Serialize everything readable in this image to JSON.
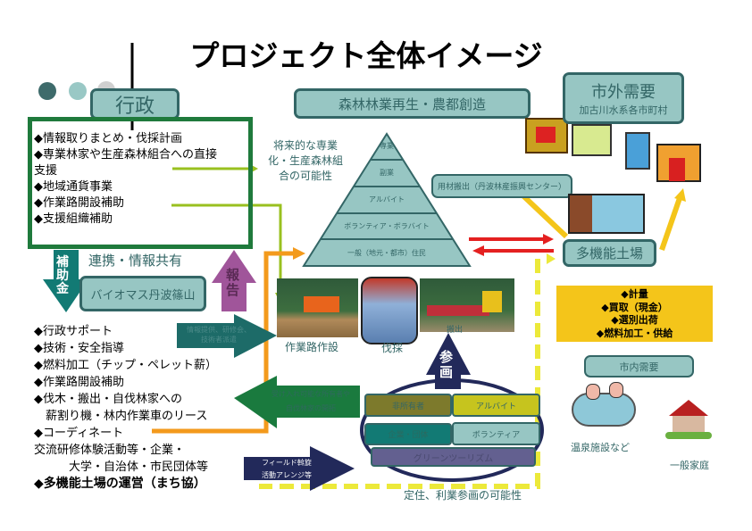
{
  "title": "プロジェクト全体イメージ",
  "gyosei": {
    "label": "行政",
    "items": [
      "◆情報取りまとめ・伐採計画",
      "◆専業林家や生産森林組合への直接",
      "支援",
      "◆地域通貨事業",
      "◆作業路開設補助",
      "◆支援組織補助"
    ]
  },
  "renkei": "連携・情報共有",
  "hojokin": "補助金",
  "houkoku": "報告",
  "biomass": "バイオマス丹波篠山",
  "biomass_items": [
    "◆行政サポート",
    "◆技術・安全指導",
    "◆燃料加工（チップ・ペレット薪）",
    "◆作業路開設補助",
    "◆伐木・搬出・自伐林家への",
    "　薪割り機・林内作業車のリース",
    "◆コーディネート",
    "交流研修体験活動等・企業・",
    "　　　大学・自治体・市民団体等"
  ],
  "biomass_bold": "◆多機能土場の運営（まち協）",
  "arrows": {
    "info": [
      "情報提供、研修会、",
      "技術者派遣"
    ],
    "accept": [
      "受け入れ可能な所有者や",
      "自伐林家の開拓"
    ],
    "field": [
      "フィールド斡旋",
      "活動アレンジ等"
    ],
    "sankaku": "参画"
  },
  "forest": {
    "label": "森林林業再生・農都創造",
    "future": [
      "将来的な専業",
      "化・生産森林組",
      "合の可能性"
    ],
    "pyramid": [
      "専業",
      "副業",
      "アルバイト",
      "ボランティア・ボラバイト",
      "一般（地元・都市）住民"
    ]
  },
  "activities": [
    "作業路作設",
    "伐採",
    "搬出"
  ],
  "participants": {
    "non_owner": "非所有者",
    "part_time": "アルバイト",
    "company": "企業・団体",
    "volunteer": "ボランティア",
    "green_tourism": "グリーンツーリズム",
    "possibility": "定住、利業参画の可能性"
  },
  "yozai": "用材搬出（丹波林産振興センター）",
  "shigai": {
    "label": "市外需要",
    "sub": "加古川水系各市町村"
  },
  "dojo": "多機能土場",
  "dojo_items": [
    "◆計量",
    "◆買取（現金）",
    "◆選別出荷",
    "◆燃料加工・供給"
  ],
  "shinai": "市内需要",
  "onsen": "温泉施設など",
  "katei": "一般家庭",
  "colors": {
    "teal_box": "#97c6c3",
    "teal_border": "#336666",
    "green": "#1f7a3c",
    "lime": "#99c01f",
    "orange": "#f39a1c",
    "navy": "#22295a",
    "yellow": "#f4c51a"
  }
}
